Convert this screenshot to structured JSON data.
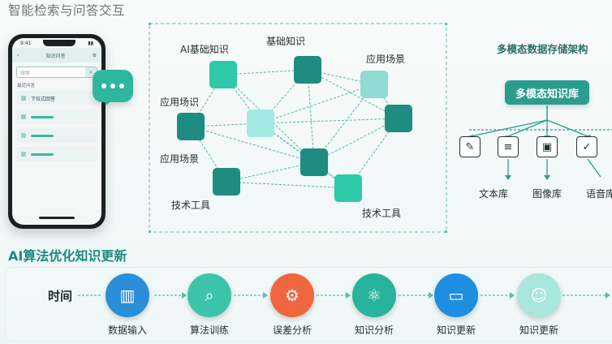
{
  "page_title": "智能检索与问答交互",
  "phone": {
    "header_title": "知识问答",
    "search_placeholder": "搜索",
    "section_label": "最近问答",
    "first_item_label": "下拉式回答"
  },
  "graph": {
    "nodes": [
      {
        "label": "AI基础知识"
      },
      {
        "label": "基础知识"
      },
      {
        "label": "应用场景"
      },
      {
        "label": "应用场识"
      },
      {
        "label": "应用场景"
      },
      {
        "label": "技术工具"
      },
      {
        "label": "技术工具"
      }
    ]
  },
  "storage": {
    "title": "多模态数据存储架构",
    "root_label": "多模态知识库",
    "children": [
      {
        "label": "",
        "icon": "edit-document-icon"
      },
      {
        "label": "文本库",
        "icon": "text-document-icon"
      },
      {
        "label": "图像库",
        "icon": "image-icon"
      },
      {
        "label": "语音库",
        "icon": "voice-chat-icon"
      }
    ]
  },
  "pipeline": {
    "title": "AI算法优化知识更新",
    "axis_label": "时间",
    "steps": [
      {
        "label": "数据输入",
        "icon": "bar-chart-icon",
        "color": "#2a8ed8"
      },
      {
        "label": "算法训练",
        "icon": "search-icon",
        "color": "#3cc4ab"
      },
      {
        "label": "误差分析",
        "icon": "analysis-icon",
        "color": "#f0663e"
      },
      {
        "label": "知识分析",
        "icon": "network-icon",
        "color": "#27b39e"
      },
      {
        "label": "知识更新",
        "icon": "monitor-icon",
        "color": "#1e8ee0"
      },
      {
        "label": "知识更新",
        "icon": "user-check-icon",
        "color": "#a9e6dc"
      }
    ]
  }
}
